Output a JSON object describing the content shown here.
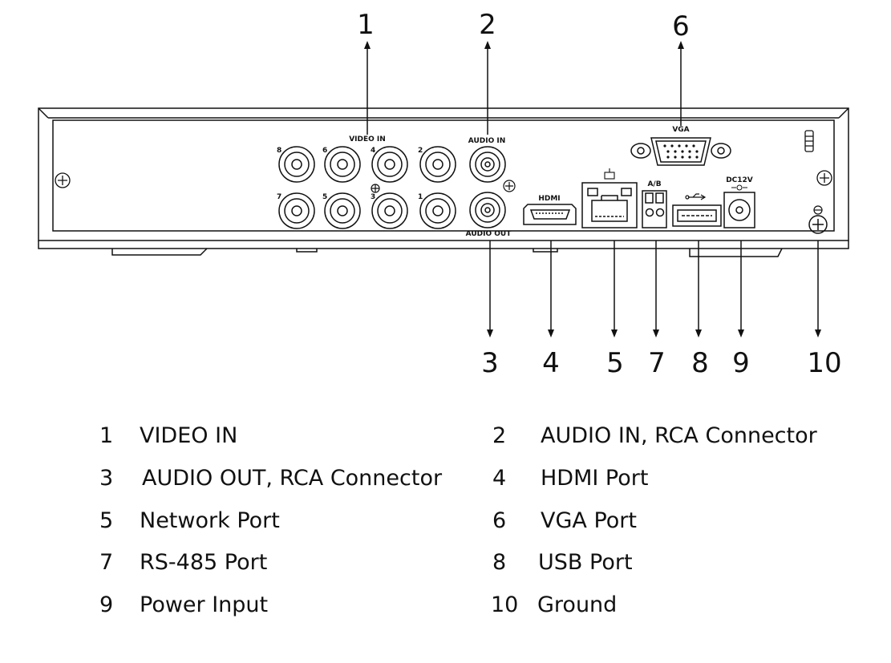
{
  "callouts": [
    "1",
    "2",
    "3",
    "4",
    "5",
    "6",
    "7",
    "8",
    "9",
    "10"
  ],
  "panel_labels": {
    "video_in": "VIDEO IN",
    "audio_in": "AUDIO IN",
    "audio_out": "AUDIO OUT",
    "vga": "VGA",
    "hdmi": "HDMI",
    "rs485": "A/B",
    "power": "DC12V",
    "channels_top": [
      "8",
      "6",
      "4",
      "2"
    ],
    "channels_bottom": [
      "7",
      "5",
      "3",
      "1"
    ]
  },
  "legend": [
    {
      "num": "1",
      "label": "VIDEO IN"
    },
    {
      "num": "2",
      "label": "AUDIO IN, RCA Connector"
    },
    {
      "num": "3",
      "label": "AUDIO OUT, RCA Connector"
    },
    {
      "num": "4",
      "label": "HDMI Port"
    },
    {
      "num": "5",
      "label": "Network Port"
    },
    {
      "num": "6",
      "label": "VGA Port"
    },
    {
      "num": "7",
      "label": "RS-485 Port"
    },
    {
      "num": "8",
      "label": "USB Port"
    },
    {
      "num": "9",
      "label": "Power Input"
    },
    {
      "num": "10",
      "label": "Ground"
    }
  ]
}
